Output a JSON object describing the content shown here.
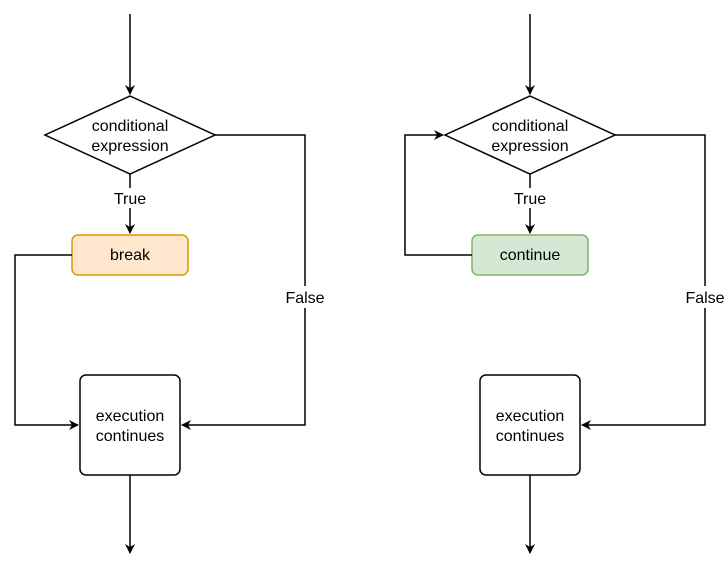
{
  "left": {
    "condition": [
      "conditional",
      "expression"
    ],
    "true_label": "True",
    "false_label": "False",
    "action": "break",
    "result": [
      "execution",
      "continues"
    ],
    "action_fill": "#ffe6cc",
    "action_stroke": "#d79b00"
  },
  "right": {
    "condition": [
      "conditional",
      "expression"
    ],
    "true_label": "True",
    "false_label": "False",
    "action": "continue",
    "result": [
      "execution",
      "continues"
    ],
    "action_fill": "#d5e8d4",
    "action_stroke": "#82b366"
  }
}
